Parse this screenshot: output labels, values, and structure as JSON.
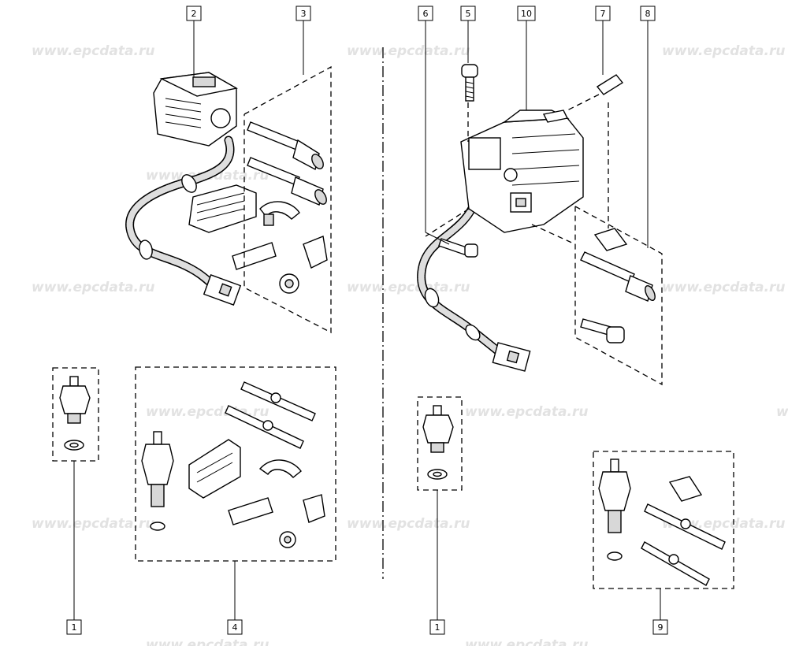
{
  "watermark": "www.epcdata.ru",
  "callouts": {
    "c2": "2",
    "c3": "3",
    "c6": "6",
    "c5": "5",
    "c10": "10",
    "c7": "7",
    "c8": "8",
    "c1a": "1",
    "c4": "4",
    "c1b": "1",
    "c9": "9"
  }
}
